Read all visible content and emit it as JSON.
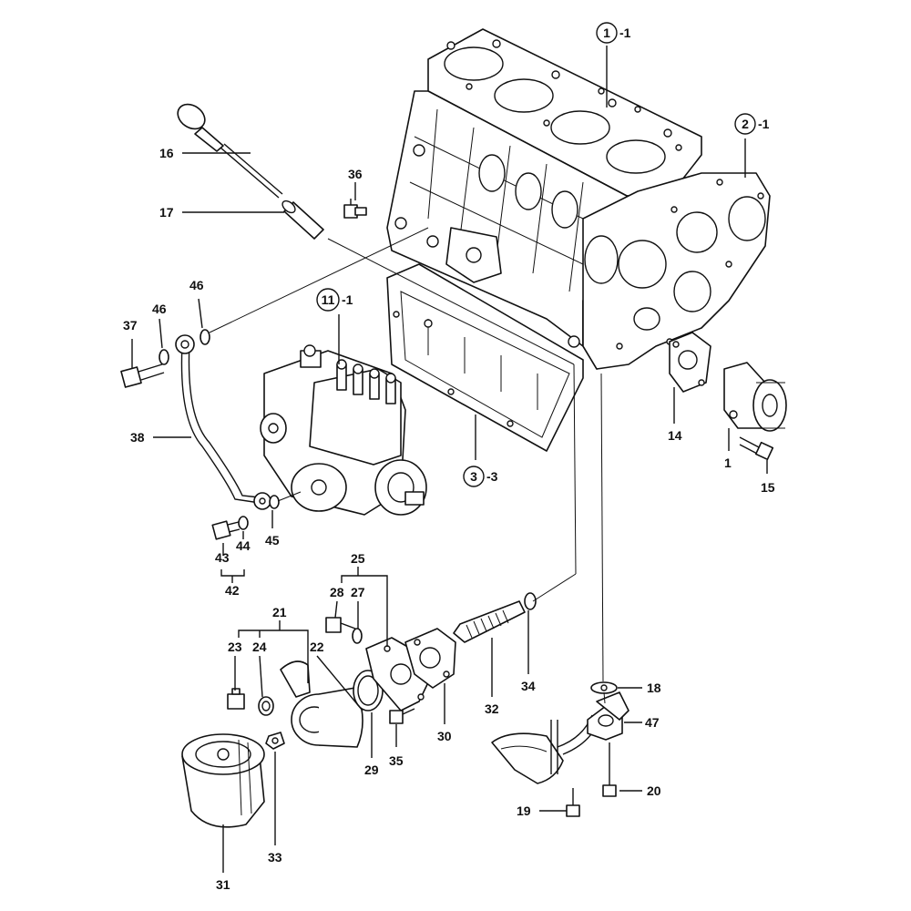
{
  "labels": {
    "l16": "16",
    "l17": "17",
    "l36": "36",
    "l46a": "46",
    "l46b": "46",
    "l37": "37",
    "l38": "38",
    "l43": "43",
    "l44": "44",
    "l45": "45",
    "l42": "42",
    "l14": "14",
    "l1": "1",
    "l15": "15",
    "l25": "25",
    "l28": "28",
    "l27": "27",
    "l21": "21",
    "l23": "23",
    "l24": "24",
    "l22": "22",
    "l32": "32",
    "l34": "34",
    "l30": "30",
    "l35": "35",
    "l29": "29",
    "l33": "33",
    "l31": "31",
    "l18": "18",
    "l47": "47",
    "l20": "20",
    "l19": "19"
  },
  "callouts": {
    "c1": {
      "num": "1",
      "suffix": "-1"
    },
    "c2": {
      "num": "2",
      "suffix": "-1"
    },
    "c3": {
      "num": "3",
      "suffix": "-3"
    },
    "c11": {
      "num": "11",
      "suffix": "-1"
    }
  }
}
